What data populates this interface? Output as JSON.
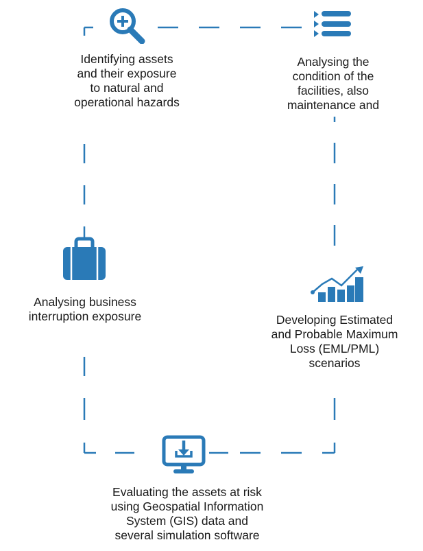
{
  "diagram": {
    "accent_color": "#2a7ab7",
    "steps": [
      {
        "id": "identify",
        "icon": "search-plus-icon",
        "label": "Identifying assets\nand their exposure\nto natural and\noperational hazards"
      },
      {
        "id": "condition",
        "icon": "list-icon",
        "label": "Analysing the\ncondition of the\nfacilities, also\nmaintenance and"
      },
      {
        "id": "business",
        "icon": "briefcase-icon",
        "label": "Analysing business\ninterruption exposure"
      },
      {
        "id": "eml",
        "icon": "growth-chart-icon",
        "label": "Developing Estimated\nand Probable Maximum\nLoss (EML/PML)\nscenarios"
      },
      {
        "id": "evaluate",
        "icon": "monitor-download-icon",
        "label": "Evaluating the assets at risk\nusing Geospatial Information\nSystem (GIS) data and\nseveral simulation software"
      }
    ]
  }
}
